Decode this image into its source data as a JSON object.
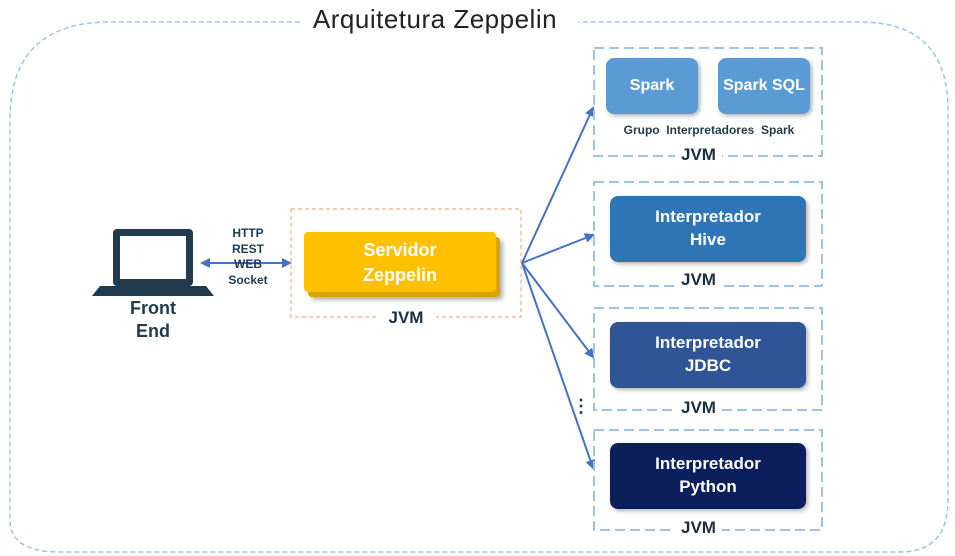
{
  "title": "Arquitetura Zeppelin",
  "frontend": {
    "label_line1": "Front",
    "label_line2": "End"
  },
  "protocols": [
    "HTTP",
    "REST",
    "WEB",
    "Socket"
  ],
  "server": {
    "line1": "Servidor",
    "line2": "Zeppelin",
    "jvm": "JVM"
  },
  "spark_group": {
    "spark": "Spark",
    "spark_sql": "Spark SQL",
    "caption": "Grupo  Interpretadores  Spark",
    "jvm": "JVM"
  },
  "interpreters": [
    {
      "line1": "Interpretador",
      "line2": "Hive",
      "jvm": "JVM",
      "color": "#2e75b6"
    },
    {
      "line1": "Interpretador",
      "line2": "JDBC",
      "jvm": "JVM",
      "color": "#2f5597"
    },
    {
      "line1": "Interpretador",
      "line2": "Python",
      "jvm": "JVM",
      "color": "#0b1f5c"
    }
  ],
  "ellipsis": "⋮",
  "colors": {
    "server": "#ffc000",
    "spark": "#5b9bd5",
    "arrow": "#4472c4",
    "dashed_outer": "#9dc3e6",
    "laptop": "#1f3b4d"
  }
}
